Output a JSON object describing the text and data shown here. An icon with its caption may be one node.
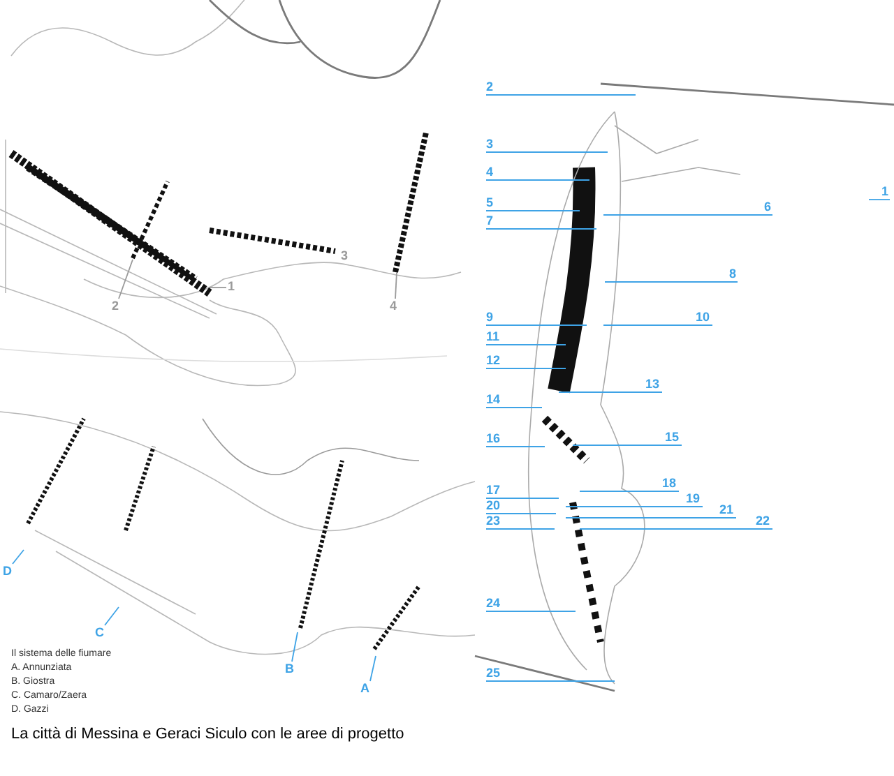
{
  "diagram": {
    "caption": "La città di Messina e Geraci Siculo con le aree di progetto",
    "nodes": [
      {
        "text": [
          "1"
        ]
      },
      {
        "text": [
          "2"
        ]
      },
      {
        "text": [
          "4"
        ]
      },
      {
        "text": [
          "D"
        ]
      },
      {
        "text": [
          "C"
        ]
      },
      {
        "text": [
          "B"
        ]
      },
      {
        "text": [
          "A"
        ]
      },
      {
        "text": [
          "2"
        ]
      },
      {
        "text": [
          "3"
        ]
      },
      {
        "text": [
          "4"
        ]
      },
      {
        "text": [
          "1"
        ]
      },
      {
        "text": [
          "5"
        ]
      },
      {
        "text": [
          "6"
        ]
      },
      {
        "text": [
          "7"
        ]
      },
      {
        "text": [
          "8"
        ]
      },
      {
        "text": [
          "9"
        ]
      },
      {
        "text": [
          "10"
        ]
      },
      {
        "text": [
          "11"
        ]
      },
      {
        "text": [
          "12"
        ]
      },
      {
        "text": [
          "13"
        ]
      },
      {
        "text": [
          "14"
        ]
      },
      {
        "text": [
          "16"
        ]
      },
      {
        "text": [
          "15"
        ]
      },
      {
        "text": [
          "17"
        ]
      },
      {
        "text": [
          "18"
        ]
      },
      {
        "text": [
          "19"
        ]
      },
      {
        "text": [
          "20"
        ]
      },
      {
        "text": [
          "21"
        ]
      },
      {
        "text": [
          "23"
        ]
      },
      {
        "text": [
          "22"
        ]
      },
      {
        "text": [
          "24"
        ]
      },
      {
        "text": [
          "25"
        ]
      }
    ],
    "edges": [
      {
        "from": 0,
        "to": null,
        "arrow": "none",
        "color": "#9a9a9a"
      },
      {
        "from": 1,
        "to": null,
        "arrow": "none",
        "color": "#9a9a9a"
      },
      {
        "from": 2,
        "to": null,
        "arrow": "none",
        "color": "#9a9a9a"
      },
      {
        "from": 3,
        "to": null,
        "arrow": "none"
      },
      {
        "from": 4,
        "to": null,
        "arrow": "none"
      },
      {
        "from": 5,
        "to": null,
        "arrow": "none"
      },
      {
        "from": 6,
        "to": null,
        "arrow": "none"
      },
      {
        "from": 7,
        "to": null,
        "arrow": "none"
      },
      {
        "from": 8,
        "to": null,
        "arrow": "none"
      },
      {
        "from": 9,
        "to": null,
        "arrow": "none"
      },
      {
        "from": 10,
        "to": null,
        "arrow": "none"
      },
      {
        "from": 11,
        "to": null,
        "arrow": "none"
      },
      {
        "from": 12,
        "to": null,
        "arrow": "none"
      },
      {
        "from": 13,
        "to": null,
        "arrow": "none"
      },
      {
        "from": 14,
        "to": null,
        "arrow": "none"
      },
      {
        "from": 15,
        "to": null,
        "arrow": "none"
      },
      {
        "from": 16,
        "to": null,
        "arrow": "none"
      },
      {
        "from": 17,
        "to": null,
        "arrow": "none"
      },
      {
        "from": 18,
        "to": null,
        "arrow": "none"
      },
      {
        "from": 19,
        "to": null,
        "arrow": "none"
      },
      {
        "from": 20,
        "to": null,
        "arrow": "none"
      },
      {
        "from": 21,
        "to": null,
        "arrow": "none"
      },
      {
        "from": 22,
        "to": null,
        "arrow": "none"
      },
      {
        "from": 23,
        "to": null,
        "arrow": "none"
      },
      {
        "from": 24,
        "to": null,
        "arrow": "none"
      },
      {
        "from": 25,
        "to": null,
        "arrow": "none"
      },
      {
        "from": 26,
        "to": null,
        "arrow": "none"
      },
      {
        "from": 27,
        "to": null,
        "arrow": "none"
      },
      {
        "from": 28,
        "to": null,
        "arrow": "none"
      },
      {
        "from": 29,
        "to": null,
        "arrow": "none"
      },
      {
        "from": 30,
        "to": null,
        "arrow": "none"
      },
      {
        "from": 31,
        "to": null,
        "arrow": "none"
      }
    ],
    "labels": [
      "3",
      "Il sistema delle fiumare",
      "A. Annunziata",
      "B. Giostra",
      "C. Camaro/Zaera",
      "D. Gazzi"
    ]
  }
}
